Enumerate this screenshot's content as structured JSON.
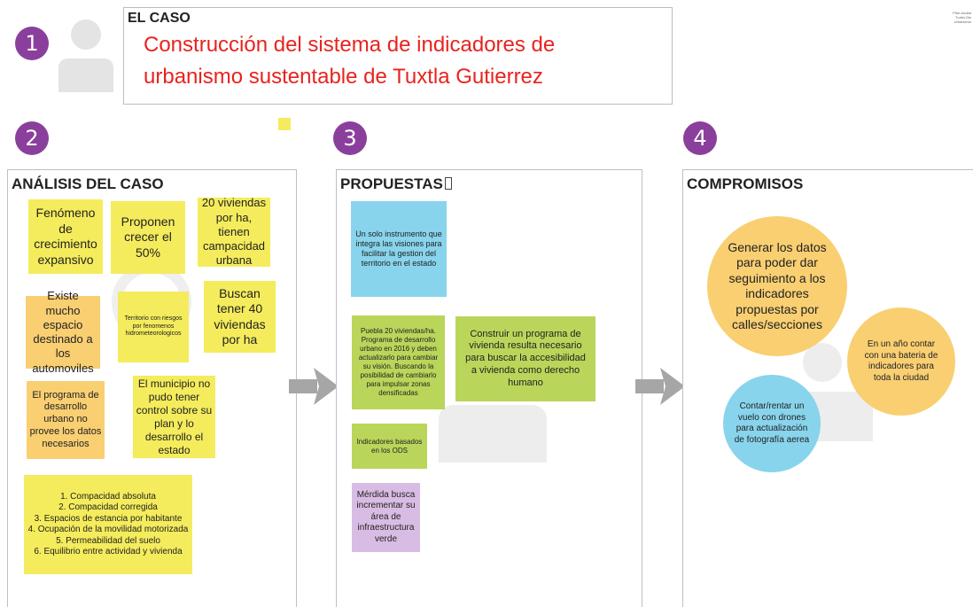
{
  "colors": {
    "badge": "#8b3f9c",
    "title_red": "#e8231f",
    "yellow": "#f4ec5c",
    "orange": "#f9cf72",
    "blue": "#88d4ec",
    "green": "#b9d65a",
    "purple": "#d9bce3",
    "arrow": "#a6a6a6"
  },
  "badges": [
    "1",
    "2",
    "3",
    "4"
  ],
  "caso": {
    "label": "EL CASO",
    "title_line1": "Construcción del sistema de indicadores de",
    "title_line2": "urbanismo sustentable de Tuxtla Gutierrez"
  },
  "corner_text": [
    "Plan ciudad",
    "Tuxtla Gtz",
    "Urbanismo"
  ],
  "analisis": {
    "title": "ANÁLISIS DEL CASO",
    "notes": [
      "Fenómeno de crecimiento expansivo",
      "Proponen crecer el 50%",
      "20 viviendas por ha, tienen campacidad urbana",
      "Existe mucho espacio destinado a los automoviles",
      "Territorio con riesgos por fenomenos hidrometeorologicos",
      "Buscan tener 40 viviendas por ha",
      "El programa de desarrollo urbano no provee los datos necesarios",
      "El municipio no pudo tener control sobre su plan y lo desarrollo el estado"
    ],
    "list": [
      "1. Compacidad absoluta",
      "2. Compacidad corregida",
      "3. Espacios de estancia por habitante",
      "4. Ocupación de la movilidad motorizada",
      "5. Permeabilidad del suelo",
      "6. Equilibrio entre actividad y vivienda"
    ]
  },
  "propuestas": {
    "title": "PROPUESTAS",
    "notes": [
      "Un solo instrumento que integra las visiones para facilitar la gestion del territorio en el estado",
      "Puebla 20 viviendas/ha. Programa de desarrollo urbano en 2016 y deben actualizarlo para cambiar su visión. Buscando la posibilidad de cambiarlo para impulsar zonas densificadas",
      "Construir un programa de vivienda resulta necesario para buscar la accesibilidad a vivienda como derecho humano",
      "Indicadores basados en los ODS",
      "Mérdida busca incrementar su área de infraestructura verde"
    ]
  },
  "compromisos": {
    "title": "COMPROMISOS",
    "circles": [
      "Generar los datos para poder dar seguimiento a los indicadores propuestas por calles/secciones",
      "En un año contar con una bateria de indicadores para toda la ciudad",
      "Contar/rentar un vuelo con drones para actualización de fotografía aerea"
    ]
  }
}
